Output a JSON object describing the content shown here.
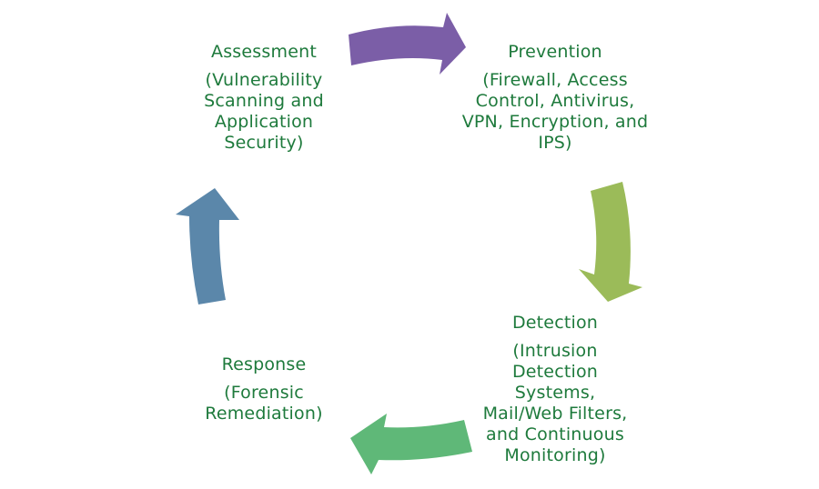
{
  "stages": {
    "assessment": {
      "title": "Assessment",
      "detail": "(Vulnerability Scanning and Application Security)"
    },
    "prevention": {
      "title": "Prevention",
      "detail": "(Firewall, Access Control, Antivirus, VPN, Encryption, and IPS)"
    },
    "detection": {
      "title": "Detection",
      "detail": "(Intrusion Detection Systems, Mail/Web Filters, and Continuous Monitoring)"
    },
    "response": {
      "title": "Response",
      "detail": "(Forensic Remediation)"
    }
  },
  "colors": {
    "text": "#1e7a3c",
    "arrow_assessment_to_prevention": "#7b5ea7",
    "arrow_prevention_to_detection": "#9bbb59",
    "arrow_detection_to_response": "#5fb878",
    "arrow_response_to_assessment": "#5b87aa"
  }
}
